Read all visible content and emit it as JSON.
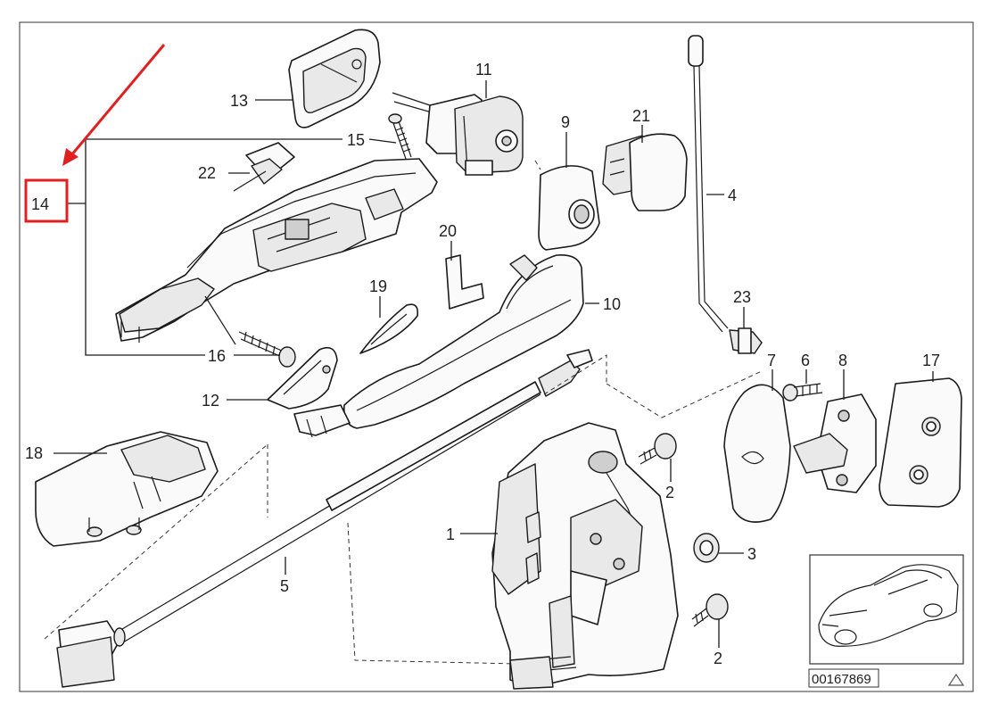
{
  "diagram": {
    "callouts": {
      "p1": "1",
      "p2a": "2",
      "p2b": "2",
      "p3": "3",
      "p4": "4",
      "p5": "5",
      "p6": "6",
      "p7": "7",
      "p8": "8",
      "p9": "9",
      "p10": "10",
      "p11": "11",
      "p12": "12",
      "p13": "13",
      "p14": "14",
      "p15": "15",
      "p16": "16",
      "p17": "17",
      "p18": "18",
      "p19": "19",
      "p20": "20",
      "p21": "21",
      "p22": "22",
      "p23": "23"
    },
    "diagram_number": "00167869",
    "highlight_color": "#e02020",
    "corner_symbol": "triangle-icon"
  }
}
